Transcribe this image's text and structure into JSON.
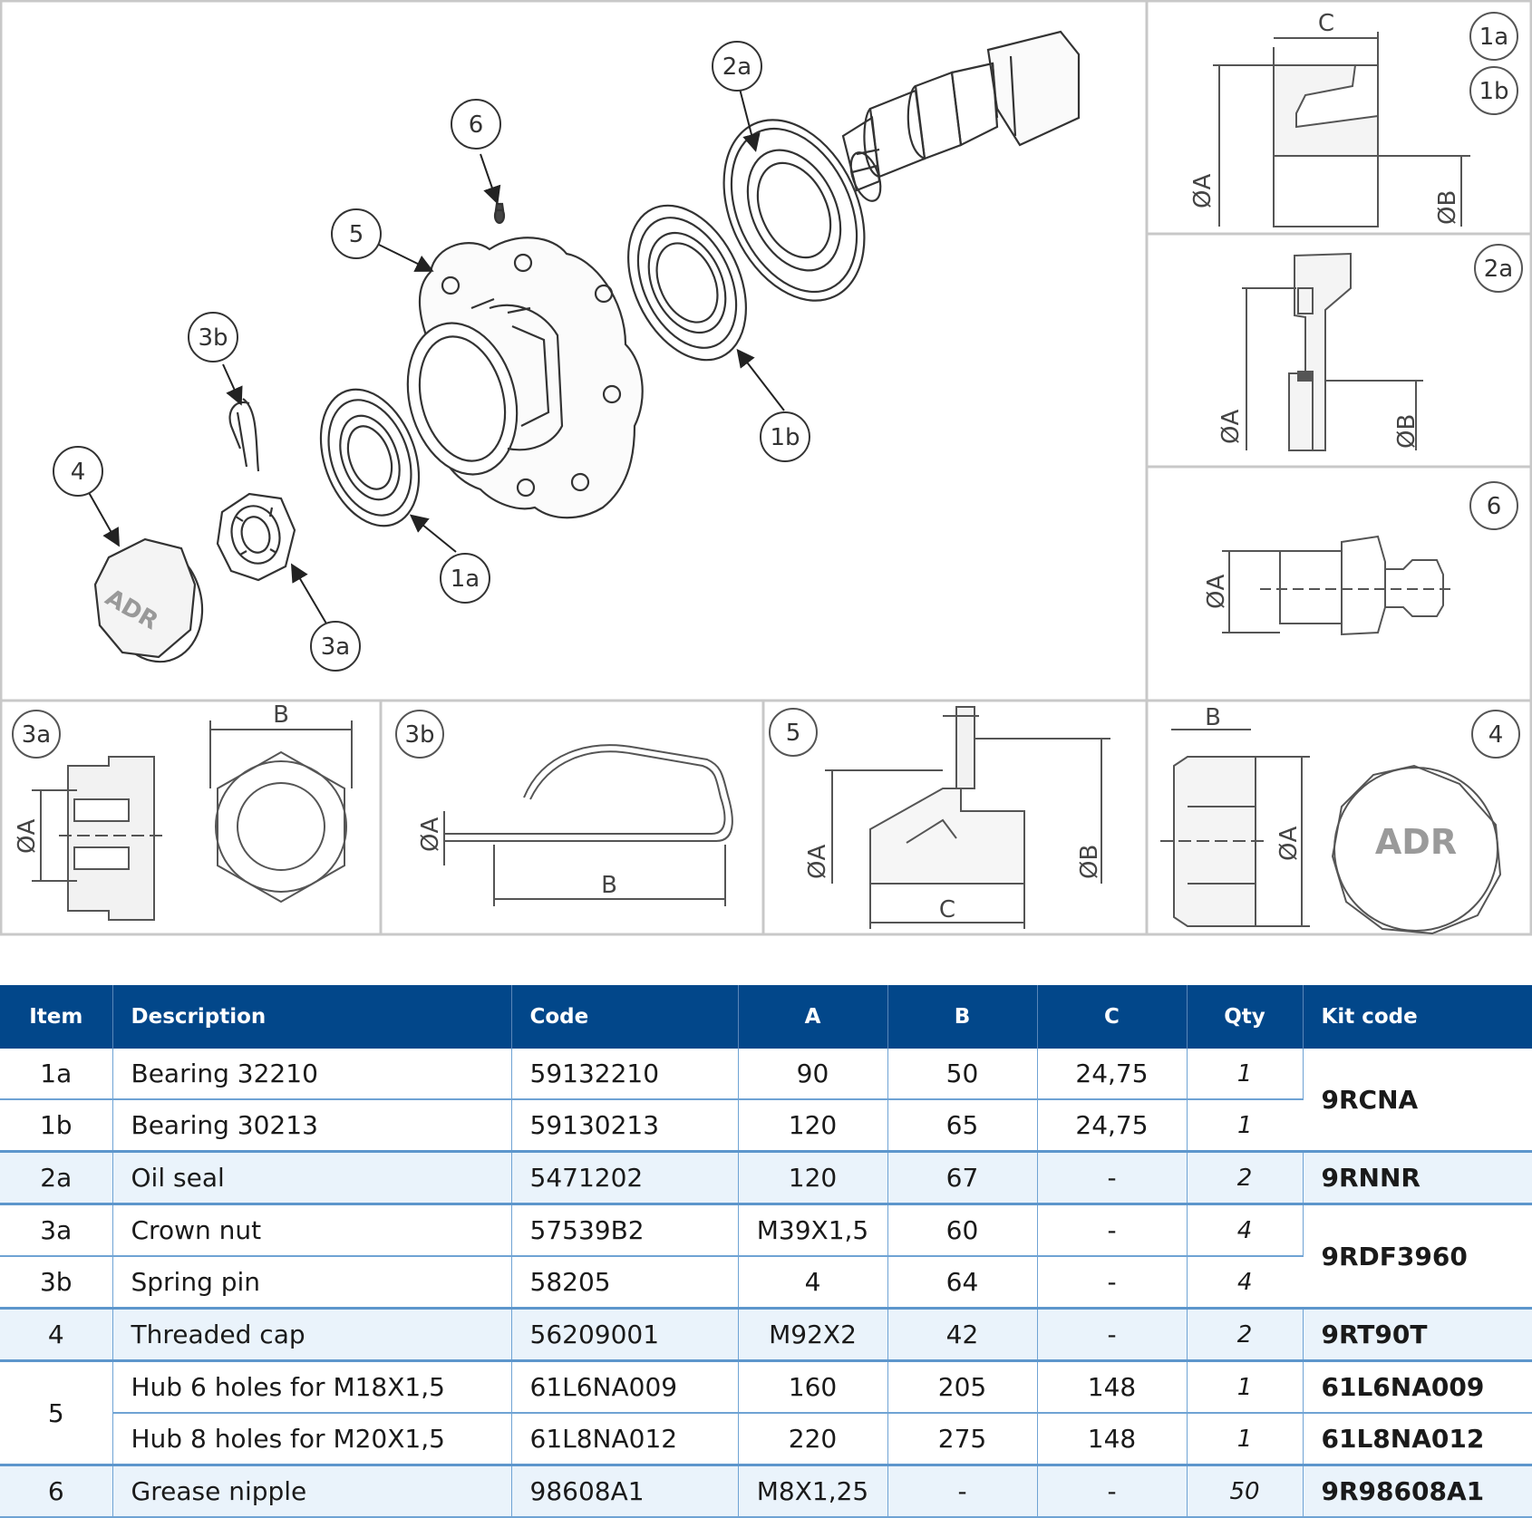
{
  "callouts": [
    "1a",
    "1b",
    "2a",
    "3a",
    "3b",
    "4",
    "5",
    "6"
  ],
  "detail_labels": {
    "dim_a": "ØA",
    "dim_b": "ØB",
    "dim_b_plain": "B",
    "dim_c": "C",
    "brand": "ADR"
  },
  "colors": {
    "header_bg": "#02478a",
    "grid_line": "#6fa3d4",
    "shade_row": "#eaf3fb"
  },
  "table": {
    "headers": [
      "Item",
      "Description",
      "Code",
      "A",
      "B",
      "C",
      "Qty",
      "Kit code"
    ],
    "rows": [
      {
        "item": "1a",
        "description": "Bearing 32210",
        "code": "59132210",
        "a": "90",
        "b": "50",
        "c": "24,75",
        "qty": "1",
        "kit": "9RCNA"
      },
      {
        "item": "1b",
        "description": "Bearing 30213",
        "code": "59130213",
        "a": "120",
        "b": "65",
        "c": "24,75",
        "qty": "1",
        "kit": ""
      },
      {
        "item": "2a",
        "description": "Oil seal",
        "code": "5471202",
        "a": "120",
        "b": "67",
        "c": "-",
        "qty": "2",
        "kit": "9RNNR"
      },
      {
        "item": "3a",
        "description": "Crown nut",
        "code": "57539B2",
        "a": "M39X1,5",
        "b": "60",
        "c": "-",
        "qty": "4",
        "kit": "9RDF3960"
      },
      {
        "item": "3b",
        "description": "Spring pin",
        "code": "58205",
        "a": "4",
        "b": "64",
        "c": "-",
        "qty": "4",
        "kit": ""
      },
      {
        "item": "4",
        "description": "Threaded cap",
        "code": "56209001",
        "a": "M92X2",
        "b": "42",
        "c": "-",
        "qty": "2",
        "kit": "9RT90T"
      },
      {
        "item": "5",
        "description": "Hub 6 holes for M18X1,5",
        "code": "61L6NA009",
        "a": "160",
        "b": "205",
        "c": "148",
        "qty": "1",
        "kit": "61L6NA009"
      },
      {
        "item": "",
        "description": "Hub 8 holes for M20X1,5",
        "code": "61L8NA012",
        "a": "220",
        "b": "275",
        "c": "148",
        "qty": "1",
        "kit": "61L8NA012"
      },
      {
        "item": "6",
        "description": "Grease nipple",
        "code": "98608A1",
        "a": "M8X1,25",
        "b": "-",
        "c": "-",
        "qty": "50",
        "kit": "9R98608A1"
      }
    ]
  }
}
